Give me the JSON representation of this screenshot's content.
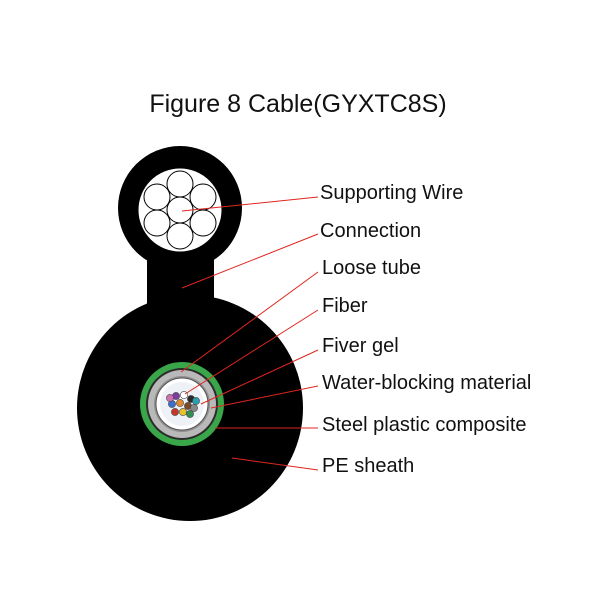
{
  "title": "Figure 8 Cable(GYXTC8S)",
  "labels": [
    "Supporting Wire",
    "Connection",
    "Loose tube",
    "Fiber",
    "Fiver gel",
    "Water-blocking material",
    "Steel plastic composite",
    "PE sheath"
  ],
  "colors": {
    "sheath": "#000000",
    "leader_line": "#e0261f",
    "water_blocking": "#3aa64a",
    "steel_composite": "#b9b9b9",
    "loose_tube": "#ffffff",
    "fiber_gel": "#eef2f7",
    "text": "#111111",
    "fibers": [
      "#7b3ea0",
      "#ffffff",
      "#2b2b2b",
      "#3a6fd0",
      "#e08a2e",
      "#7a4a2a",
      "#888888",
      "#c0392b",
      "#e8c32a",
      "#2f8f4f",
      "#d16fb3",
      "#2a9fb0"
    ]
  }
}
